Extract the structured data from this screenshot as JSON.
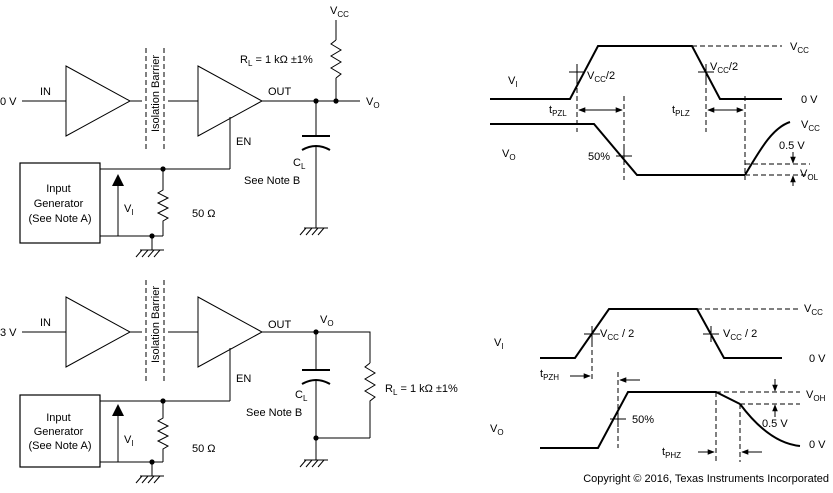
{
  "top_circuit": {
    "input_voltage": "0 V",
    "in_label": "IN",
    "barrier_label": "Isolation Barrier",
    "out_label": "OUT",
    "en_label": "EN",
    "vcc_main": "V",
    "vcc_sub": "CC",
    "rl_main": "R",
    "rl_sub": "L",
    "rl_value": " = 1 kΩ ±1%",
    "vo_main": "V",
    "vo_sub": "O",
    "cl_main": "C",
    "cl_sub": "L",
    "cl_note": "See Note B",
    "generator_lines": [
      "Input",
      "Generator",
      "(See Note A)"
    ],
    "vi_main": "V",
    "vi_sub": "I",
    "r50_label": "50 Ω"
  },
  "bottom_circuit": {
    "input_voltage": "3 V",
    "in_label": "IN",
    "barrier_label": "Isolation Barrier",
    "out_label": "OUT",
    "en_label": "EN",
    "vo_main": "V",
    "vo_sub": "O",
    "cl_main": "C",
    "cl_sub": "L",
    "cl_note": "See Note B",
    "rl_main": "R",
    "rl_sub": "L",
    "rl_value": " = 1 kΩ ±1%",
    "generator_lines": [
      "Input",
      "Generator",
      "(See Note A)"
    ],
    "vi_main": "V",
    "vi_sub": "I",
    "r50_label": "50 Ω"
  },
  "top_waveform": {
    "vcc_main": "V",
    "vcc_sub": "CC",
    "vi_main": "V",
    "vi_sub": "I",
    "half_vcc_left_main": "V",
    "half_vcc_left_sub": "CC",
    "half_vcc_left_suffix": "/2",
    "half_vcc_right_main": "V",
    "half_vcc_right_sub": "CC",
    "half_vcc_right_suffix": "/2",
    "zero_v": "0 V",
    "tpzl_main": "t",
    "tpzl_sub": "PZL",
    "tplz_main": "t",
    "tplz_sub": "PLZ",
    "vo_main": "V",
    "vo_sub": "O",
    "fifty_pct": "50%",
    "vcc2_main": "V",
    "vcc2_sub": "CC",
    "half_v": "0.5 V",
    "vol_main": "V",
    "vol_sub": "OL"
  },
  "bottom_waveform": {
    "vcc_main": "V",
    "vcc_sub": "CC",
    "vi_main": "V",
    "vi_sub": "I",
    "half_vcc_left_main": "V",
    "half_vcc_left_sub": "CC",
    "half_vcc_left_suffix": " / 2",
    "half_vcc_right_main": "V",
    "half_vcc_right_sub": "CC",
    "half_vcc_right_suffix": " / 2",
    "zero_v": "0 V",
    "tpzh_main": "t",
    "tpzh_sub": "PZH",
    "vo_main": "V",
    "vo_sub": "O",
    "fifty_pct": "50%",
    "voh_main": "V",
    "voh_sub": "OH",
    "half_v": "0.5 V",
    "zero_v2": "0 V",
    "tphz_main": "t",
    "tphz_sub": "PHZ"
  },
  "copyright": "Copyright © 2016, Texas Instruments Incorporated"
}
